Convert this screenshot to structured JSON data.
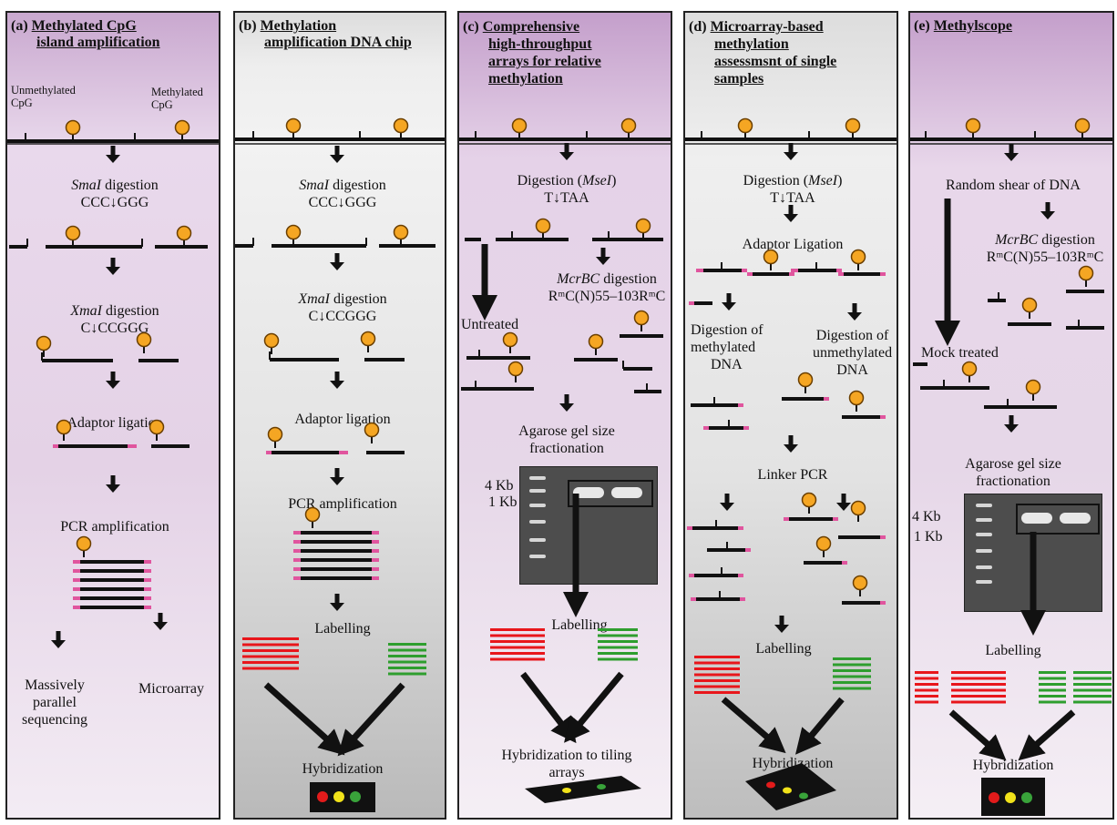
{
  "panels": {
    "a": {
      "title_prefix": "(a)",
      "title_line1": "Methylated CpG",
      "title_line2": "island amplification",
      "unmethylated_1": "Unmethylated",
      "unmethylated_2": "CpG",
      "methylated_1": "Methylated",
      "methylated_2": "CpG",
      "step1_enzyme": "SmaI",
      "step1_rest": " digestion",
      "step1_site": "CCC↓GGG",
      "step2_enzyme": "XmaI",
      "step2_rest": " digestion",
      "step2_site": "C↓CCGGG",
      "step3": "Adaptor ligation",
      "step4": "PCR amplification",
      "out1_1": "Massively",
      "out1_2": "parallel",
      "out1_3": "sequencing",
      "out2": "Microarray"
    },
    "b": {
      "title_prefix": "(b)",
      "title_line1": "Methylation",
      "title_line2": "amplification DNA chip",
      "step1_enzyme": "SmaI",
      "step1_rest": " digestion",
      "step1_site": "CCC↓GGG",
      "step2_enzyme": "XmaI",
      "step2_rest": " digestion",
      "step2_site": "C↓CCGGG",
      "step3": "Adaptor ligation",
      "step4": "PCR amplification",
      "step5": "Labelling",
      "step6": "Hybridization"
    },
    "c": {
      "title_prefix": "(c)",
      "title_line1": "Comprehensive",
      "title_line2": "high-throughput",
      "title_line3": "arrays for relative",
      "title_line4": "methylation",
      "step1_pre": "Digestion (",
      "step1_enzyme": "MseI",
      "step1_post": ")",
      "step1_site": "T↓TAA",
      "step2_enzyme": "McrBC",
      "step2_rest": " digestion",
      "step2_site": "RᵐC(N)55–103RᵐC",
      "untreated": "Untreated",
      "step3_1": "Agarose gel size",
      "step3_2": "fractionation",
      "gel_4kb": "4 Kb",
      "gel_1kb": "1 Kb",
      "step4": "Labelling",
      "step5_1": "Hybridization to tiling",
      "step5_2": "arrays"
    },
    "d": {
      "title_prefix": "(d)",
      "title_line1": "Microarray-based",
      "title_line2": "methylation",
      "title_line3": "assessmsnt of single",
      "title_line4": "samples",
      "step1_pre": "Digestion (",
      "step1_enzyme": "MseI",
      "step1_post": ")",
      "step1_site": "T↓TAA",
      "step2": "Adaptor Ligation",
      "left_1": "Digestion of",
      "left_2": "methylated",
      "left_3": "DNA",
      "right_1": "Digestion of",
      "right_2": "unmethylated",
      "right_3": "DNA",
      "step3": "Linker PCR",
      "step4": "Labelling",
      "step5": "Hybridization"
    },
    "e": {
      "title_prefix": "(e)",
      "title_line1": "Methylscope",
      "step1": "Random  shear of DNA",
      "step2_enzyme": "McrBC",
      "step2_rest": " digestion",
      "step2_site": "RᵐC(N)55–103RᵐC",
      "mock": "Mock treated",
      "step3_1": "Agarose gel size",
      "step3_2": "fractionation",
      "gel_4kb": "4 Kb",
      "gel_1kb": "1 Kb",
      "step4": "Labelling",
      "step5": "Hybridization"
    }
  },
  "colors": {
    "methyl_ball": "#f5a623",
    "adaptor": "#e0559e",
    "red_probe": "#e8161b",
    "green_probe": "#2e9e2e",
    "chip_red": "#e21b1b",
    "chip_yellow": "#f1e21a",
    "chip_green": "#39a33a"
  }
}
